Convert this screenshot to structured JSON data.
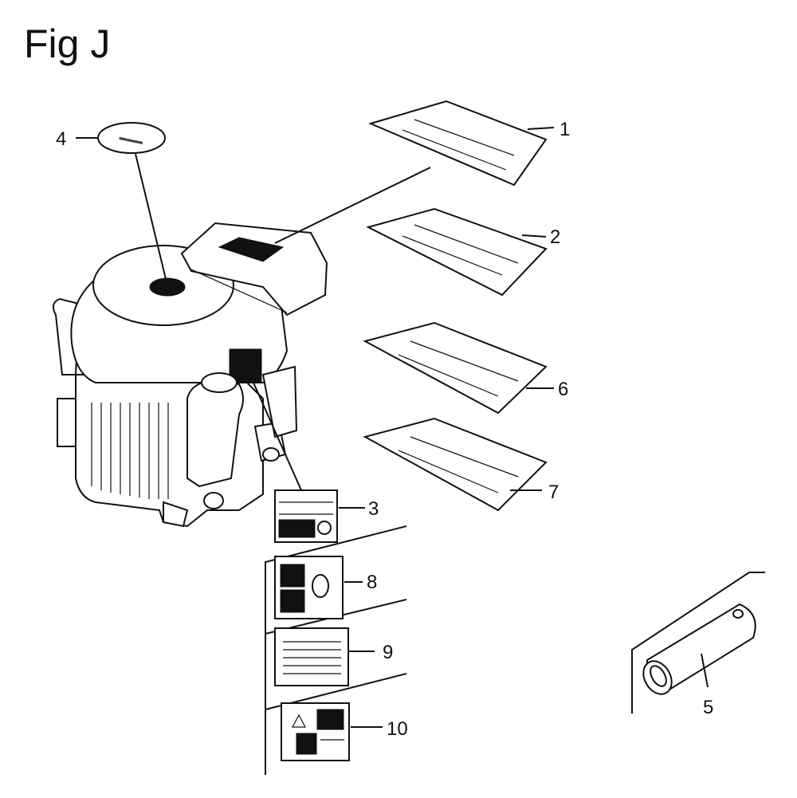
{
  "figure": {
    "title": "Fig J"
  },
  "callouts": [
    {
      "id": "c1",
      "label": "1"
    },
    {
      "id": "c2",
      "label": "2"
    },
    {
      "id": "c3",
      "label": "3"
    },
    {
      "id": "c4",
      "label": "4"
    },
    {
      "id": "c5",
      "label": "5"
    },
    {
      "id": "c6",
      "label": "6"
    },
    {
      "id": "c7",
      "label": "7"
    },
    {
      "id": "c8",
      "label": "8"
    },
    {
      "id": "c9",
      "label": "9"
    },
    {
      "id": "c10",
      "label": "10"
    }
  ]
}
